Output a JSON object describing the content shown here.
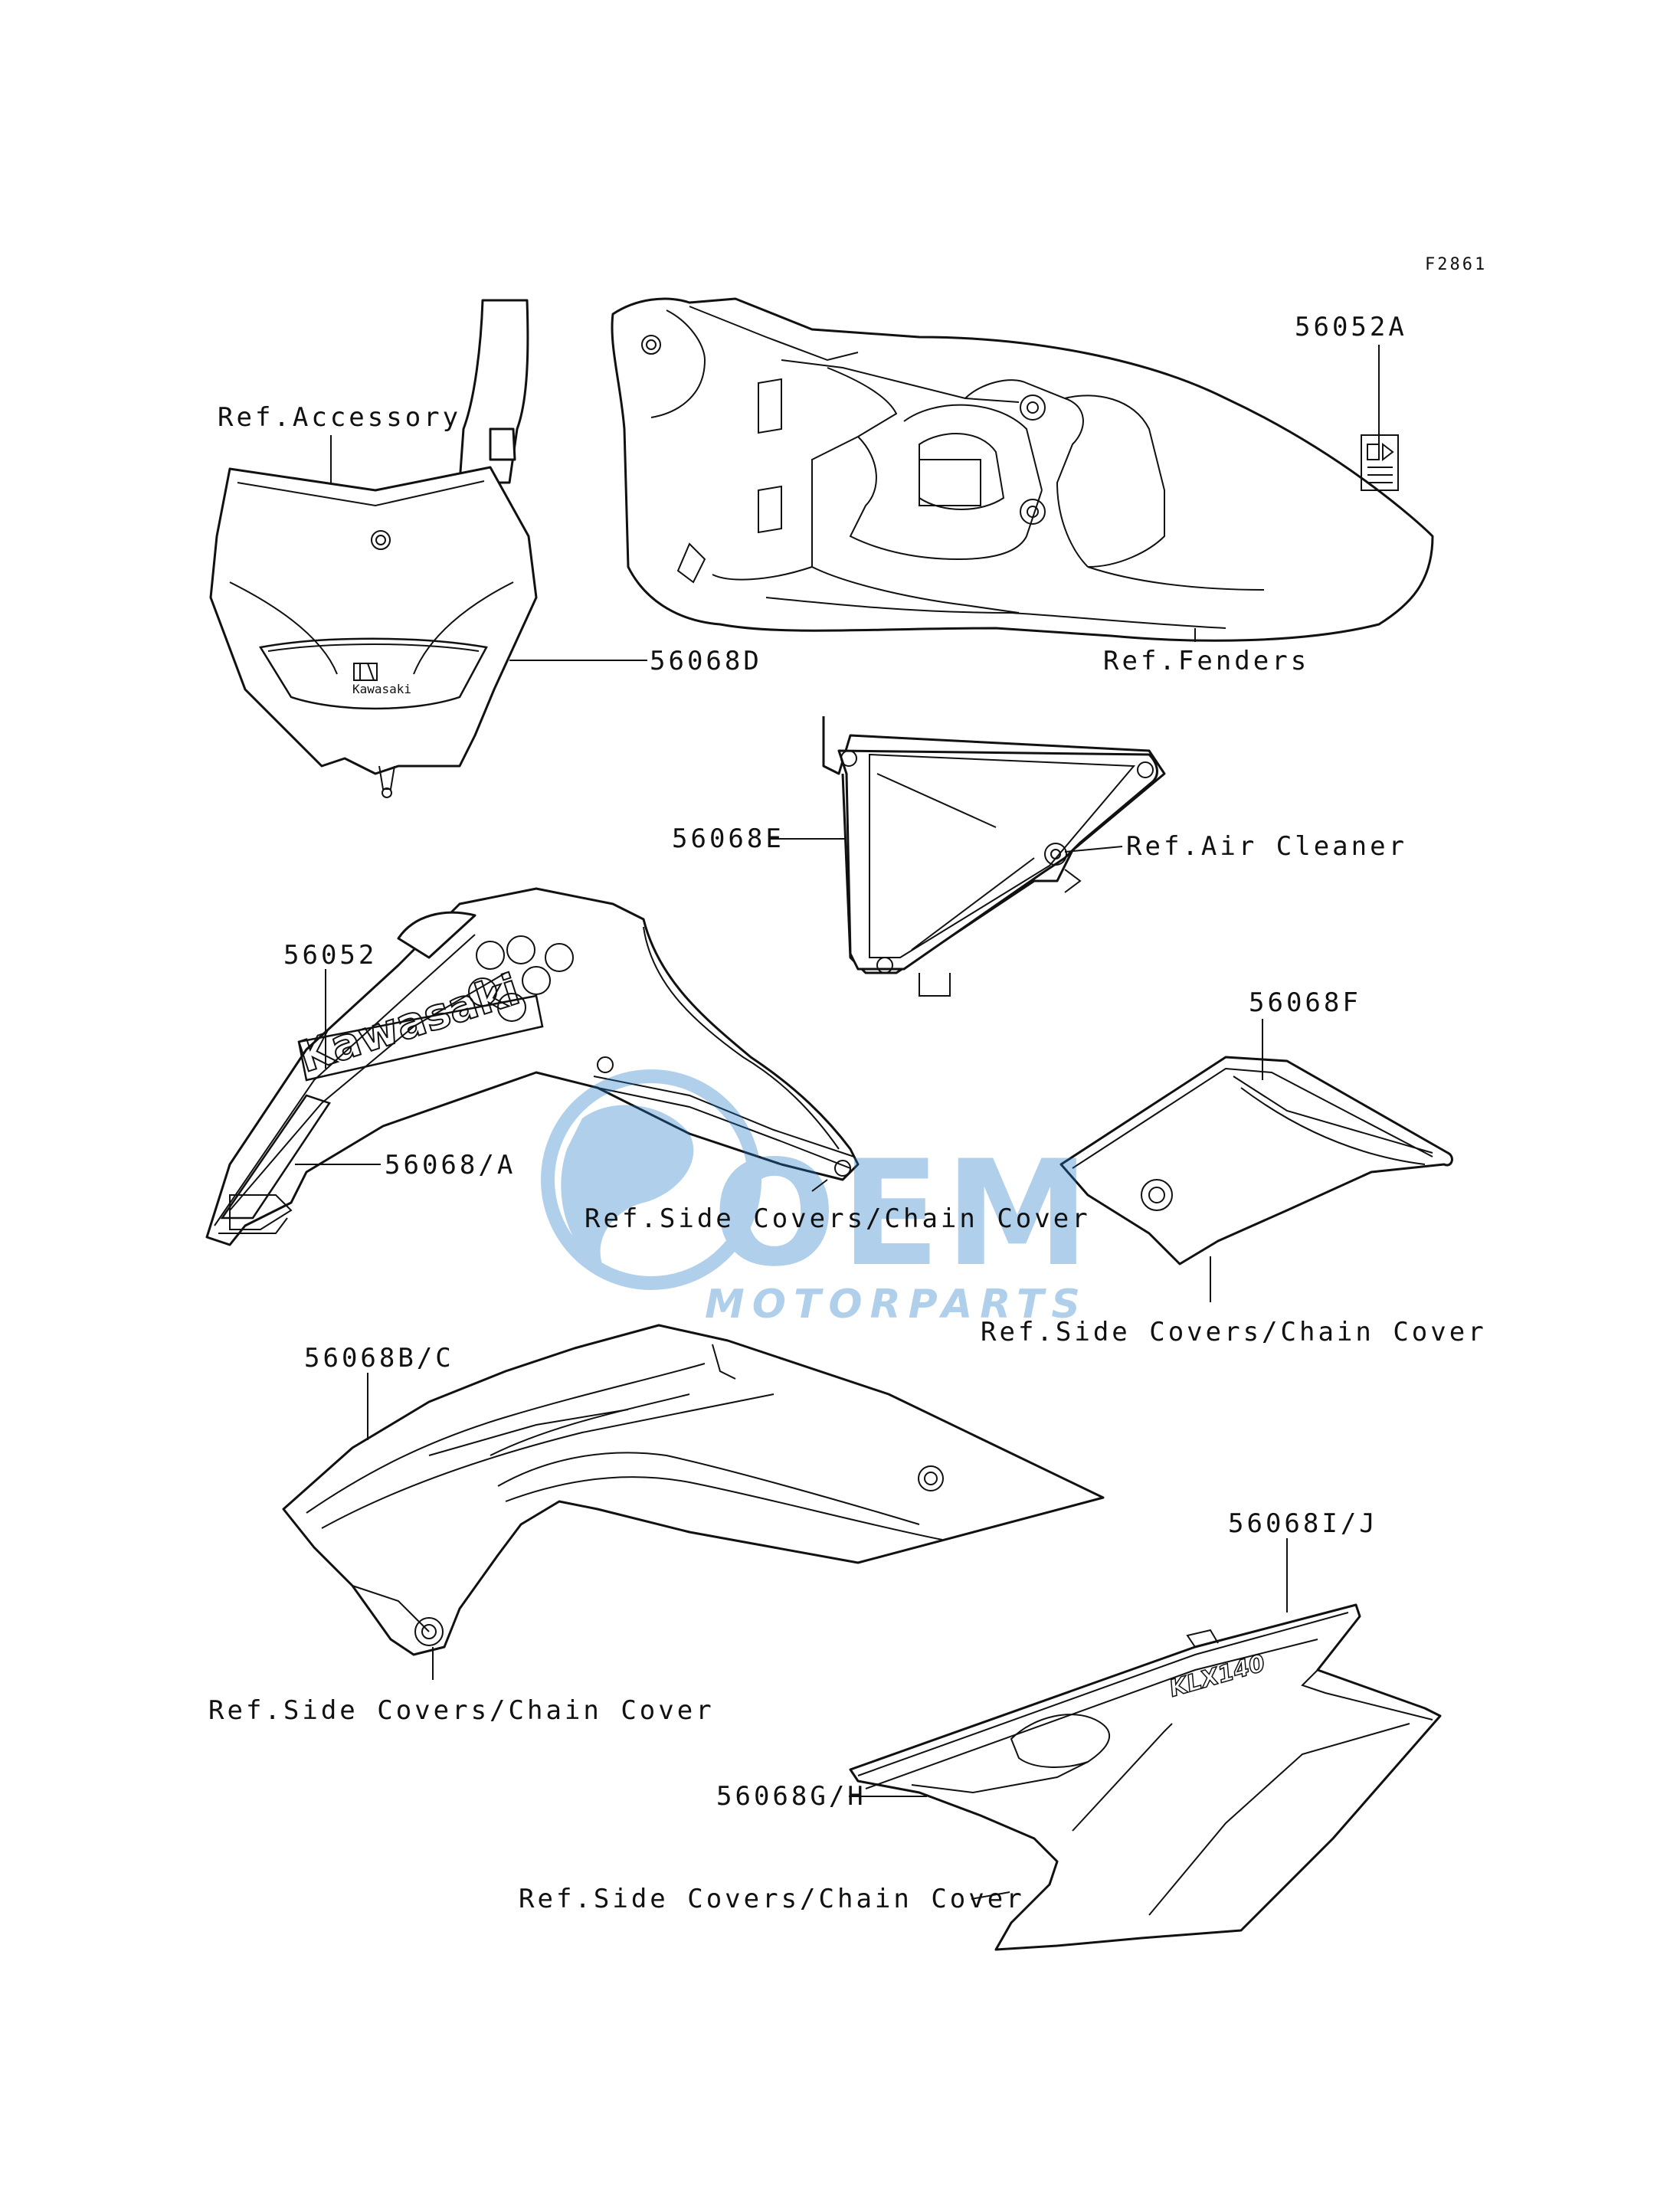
{
  "figure_code": "F2861",
  "labels": {
    "part_56052A": "56052A",
    "ref_accessory": "Ref.Accessory",
    "part_56068D": "56068D",
    "ref_fenders": "Ref.Fenders",
    "part_56068E": "56068E",
    "ref_air_cleaner": "Ref.Air Cleaner",
    "part_56052": "56052",
    "part_56068A": "56068/A",
    "ref_side_covers_1": "Ref.Side Covers/Chain Cover",
    "part_56068F": "56068F",
    "ref_side_covers_2": "Ref.Side Covers/Chain Cover",
    "part_56068BC": "56068B/C",
    "part_56068IJ": "56068I/J",
    "ref_side_covers_3": "Ref.Side Covers/Chain Cover",
    "part_56068GH": "56068G/H",
    "ref_side_covers_4": "Ref.Side Covers/Chain Cover"
  },
  "decal_text": {
    "kawasaki_shroud": "Kawasaki",
    "kawasaki_small": "Kawasaki",
    "side_cover_model": "KLX140"
  },
  "watermark": {
    "brand": "OEM",
    "sub": "MOTORPARTS",
    "color": "#1f78c8"
  }
}
